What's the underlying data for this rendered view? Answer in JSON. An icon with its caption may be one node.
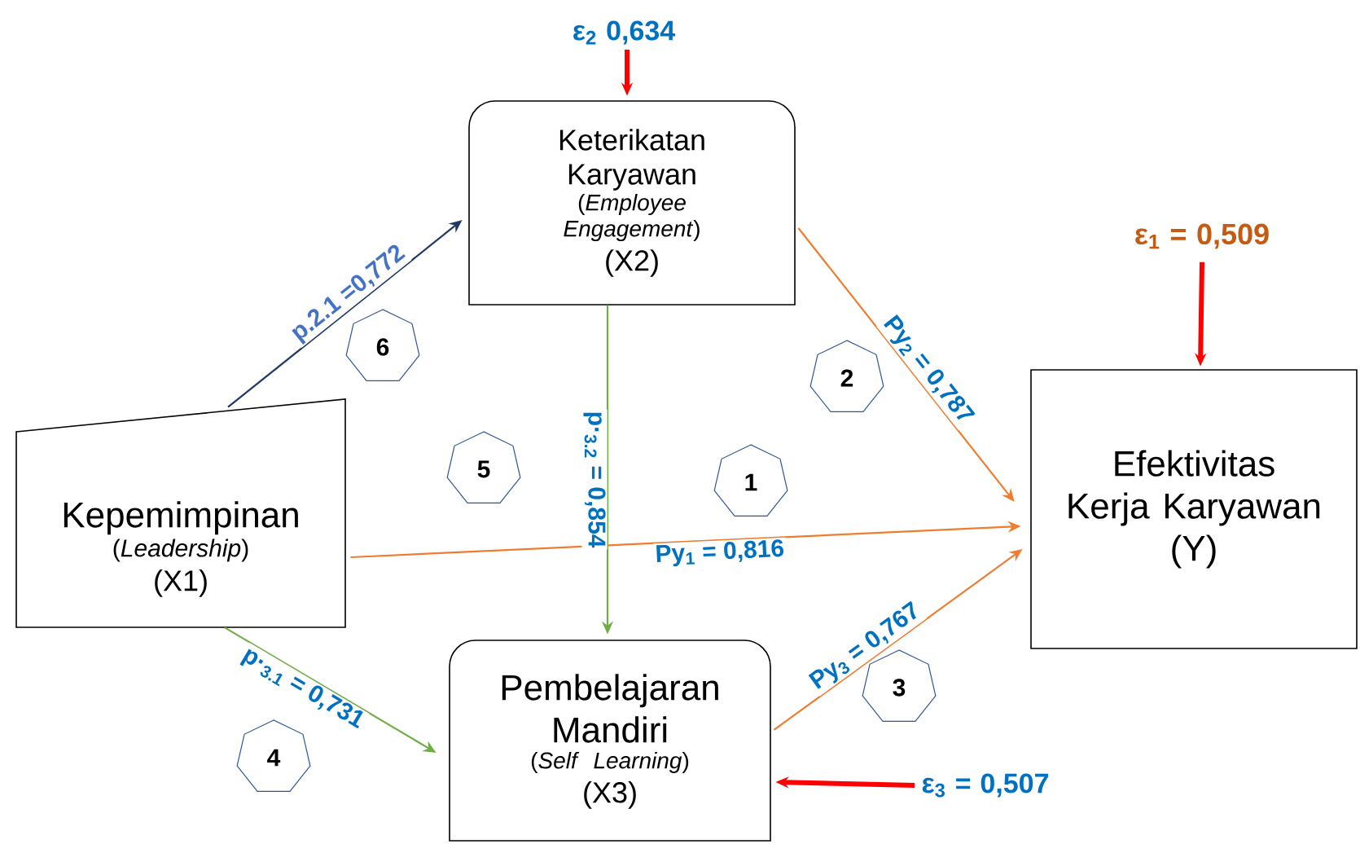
{
  "diagram": {
    "nodes": [
      {
        "text": [
          "Kepemimpinan",
          "(*Leadership*)",
          "(X1)"
        ]
      },
      {
        "text": [
          "Keterikatan Karyawan",
          "(*Employee Engagement*)",
          "(X2)"
        ]
      },
      {
        "text": [
          "Pembelajaran Mandiri",
          "(*Self Learning*)",
          "(X3)"
        ]
      },
      {
        "text": [
          "Efektivitas Kerja Karyawan",
          "(Y)"
        ]
      },
      {
        "text": [
          "ε$_{2}$ 0,634"
        ]
      },
      {
        "text": [
          "ε$_{1}$ = 0,509"
        ]
      },
      {
        "text": [
          "ε$_{3}$ = 0,507"
        ]
      },
      {
        "text": [
          "6"
        ]
      },
      {
        "text": [
          "2"
        ]
      },
      {
        "text": [
          "5"
        ]
      },
      {
        "text": [
          "1"
        ]
      },
      {
        "text": [
          "3"
        ]
      },
      {
        "text": [
          "4"
        ]
      }
    ],
    "edges": [
      {
        "from": 0,
        "to": 1,
        "arrow": "to",
        "label": "p.2.1 =0,772",
        "color": "#1f3864"
      },
      {
        "from": 1,
        "to": 2,
        "arrow": "to",
        "label": "p·$_{3.2}$ = 0,854",
        "color": "#70ad47"
      },
      {
        "from": 0,
        "to": 2,
        "arrow": "to",
        "label": "p·$_{3.1}$ = 0,731",
        "color": "#70ad47"
      },
      {
        "from": 0,
        "to": 3,
        "arrow": "to",
        "label": "Py$_{1}$ = 0,816",
        "color": "#ed7d31"
      },
      {
        "from": 1,
        "to": 3,
        "arrow": "to",
        "label": "Py$_{2}$ = 0,787",
        "color": "#ed7d31"
      },
      {
        "from": 2,
        "to": 3,
        "arrow": "to",
        "label": "Py$_{3}$ = 0,767",
        "color": "#ed7d31"
      },
      {
        "from": 4,
        "to": 1,
        "arrow": "to",
        "style": "thick",
        "color": "#ff0000"
      },
      {
        "from": 5,
        "to": 3,
        "arrow": "to",
        "style": "thick",
        "color": "#ff0000"
      },
      {
        "from": 6,
        "to": 2,
        "arrow": "to",
        "style": "thick",
        "color": "#ff0000"
      }
    ]
  }
}
